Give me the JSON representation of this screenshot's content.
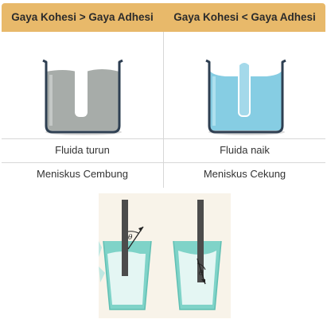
{
  "table": {
    "headers": [
      "Gaya Kohesi > Gaya Adhesi",
      "Gaya Kohesi < Gaya Adhesi"
    ],
    "rows": [
      [
        "Fluida turun",
        "Fluida naik"
      ],
      [
        "Meniskus Cembung",
        "Meniskus Cekung"
      ]
    ]
  },
  "diagram": {
    "angle_label": "θ",
    "colors": {
      "header": "#e8b96a",
      "grey_fluid": "#a7aca9",
      "blue_fluid": "#86cde3",
      "beaker_outline": "#2e3f52",
      "cup_glass": "#7fd3c8",
      "cup_liquid": "#e4f6f3",
      "rod": "#4c4c4c"
    }
  }
}
